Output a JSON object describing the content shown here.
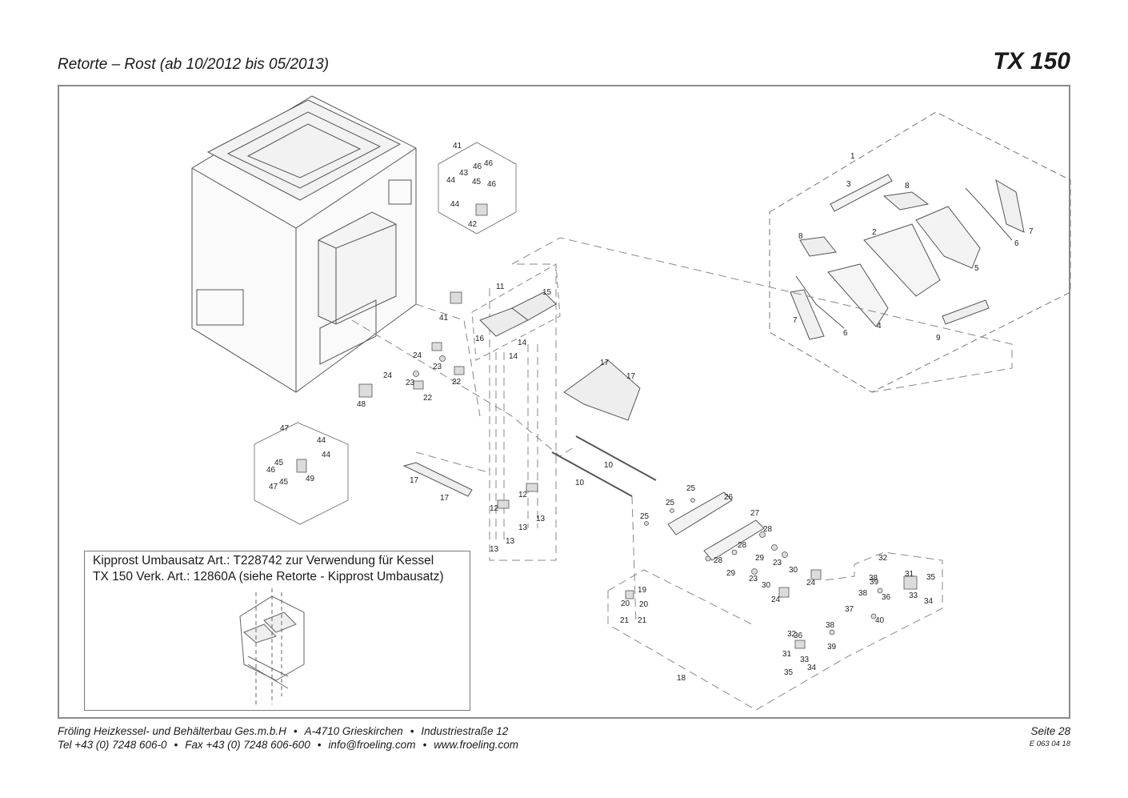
{
  "header": {
    "title": "Retorte – Rost (ab 10/2012 bis 05/2013)",
    "model": "TX 150"
  },
  "note": {
    "line1": "Kipprost Umbausatz Art.: T228742 zur Verwendung für Kessel",
    "line2": "TX 150 Verk. Art.: 12860A (siehe Retorte - Kipprost Umbausatz)"
  },
  "footer": {
    "company": "Fröling Heizkessel- und Behälterbau Ges.m.b.H",
    "address": "A-4710 Grieskirchen",
    "street": "Industriestraße 12",
    "tel": "Tel +43 (0) 7248 606-0",
    "fax": "Fax +43 (0) 7248 606-600",
    "email": "info@froeling.com",
    "web": "www.froeling.com",
    "page": "Seite 28",
    "doc_number": "E 063 04 18"
  },
  "part_labels": [
    "1",
    "2",
    "3",
    "4",
    "5",
    "6",
    "6",
    "7",
    "7",
    "8",
    "8",
    "9",
    "10",
    "10",
    "11",
    "12",
    "12",
    "13",
    "13",
    "13",
    "13",
    "14",
    "14",
    "15",
    "16",
    "17",
    "17",
    "17",
    "17",
    "18",
    "19",
    "20",
    "20",
    "21",
    "21",
    "22",
    "22",
    "23",
    "23",
    "23",
    "23",
    "24",
    "24",
    "24",
    "24",
    "25",
    "25",
    "25",
    "26",
    "27",
    "28",
    "28",
    "28",
    "29",
    "29",
    "30",
    "30",
    "31",
    "31",
    "32",
    "32",
    "33",
    "33",
    "34",
    "34",
    "35",
    "35",
    "36",
    "36",
    "37",
    "38",
    "38",
    "38",
    "39",
    "39",
    "40",
    "41",
    "41",
    "42",
    "43",
    "44",
    "44",
    "44",
    "44",
    "45",
    "45",
    "45",
    "46",
    "46",
    "46",
    "46",
    "47",
    "47",
    "48",
    "49"
  ]
}
